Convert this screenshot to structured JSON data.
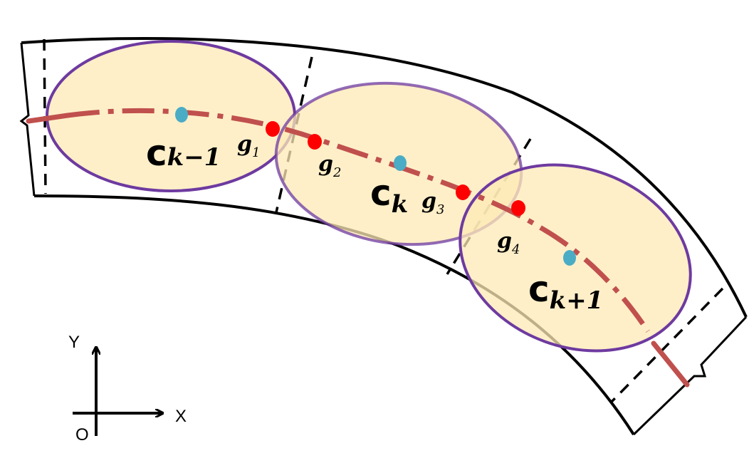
{
  "colors": {
    "ellipse_fill": "#fde9b5",
    "ellipse_stroke": "#6e3aa0",
    "centerline": "#c0504d",
    "center_point": "#4bacc6",
    "intersection_point": "#ff0000",
    "outline": "#000000"
  },
  "centers": [
    {
      "main": "c",
      "sub": "k−1"
    },
    {
      "main": "c",
      "sub": "k"
    },
    {
      "main": "c",
      "sub": "k+1"
    }
  ],
  "intersections": [
    {
      "main": "g",
      "sub": "1"
    },
    {
      "main": "g",
      "sub": "2"
    },
    {
      "main": "g",
      "sub": "3"
    },
    {
      "main": "g",
      "sub": "4"
    }
  ],
  "axes": {
    "x_label": "X",
    "y_label": "Y",
    "origin_label": "O"
  }
}
